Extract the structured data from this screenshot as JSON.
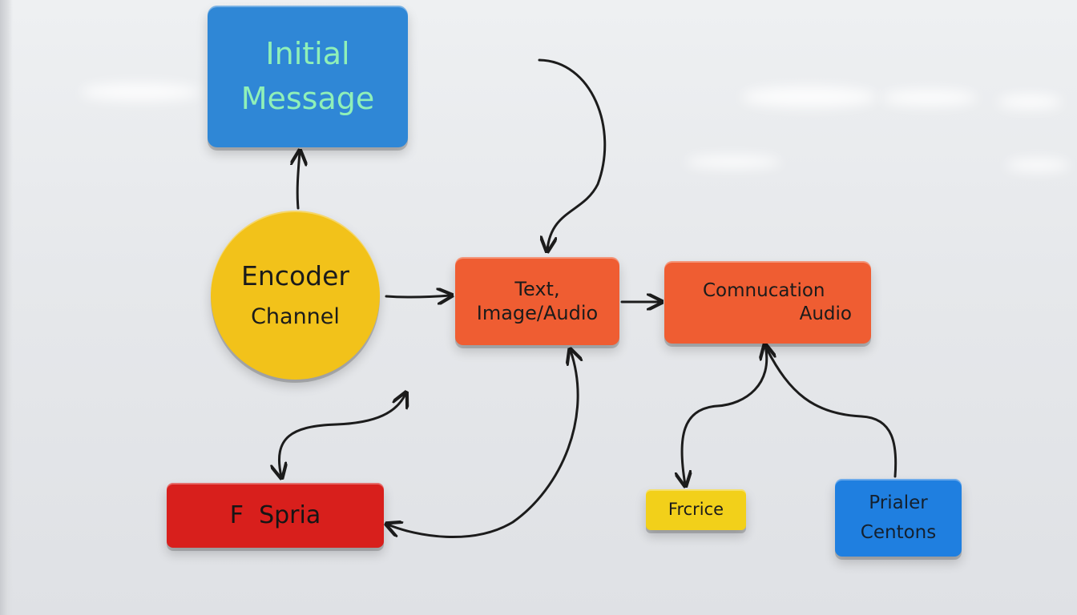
{
  "nodes": {
    "initial_message": {
      "line1": "Initial",
      "line2": "Message"
    },
    "encoder_channel": {
      "line1": "Encoder",
      "line2": "Channel"
    },
    "text_image_audio": {
      "line1": "Text,",
      "line2": "Image/Audio"
    },
    "communication_audio": {
      "line1": "Comnucation",
      "line2": "Audio"
    },
    "f_spria": {
      "label": "F  Spria"
    },
    "frcrice": {
      "label": "Frcrice"
    },
    "prialer_centons": {
      "line1": "Prialer",
      "line2": "Centons"
    }
  },
  "colors": {
    "board": "#e6e8eb",
    "blue": "#2f87d6",
    "yellow": "#f2c21a",
    "orange": "#ef5d32",
    "red": "#d81f1c",
    "marker": "#1c1c1c",
    "initial_text": "#8ff0b8"
  }
}
